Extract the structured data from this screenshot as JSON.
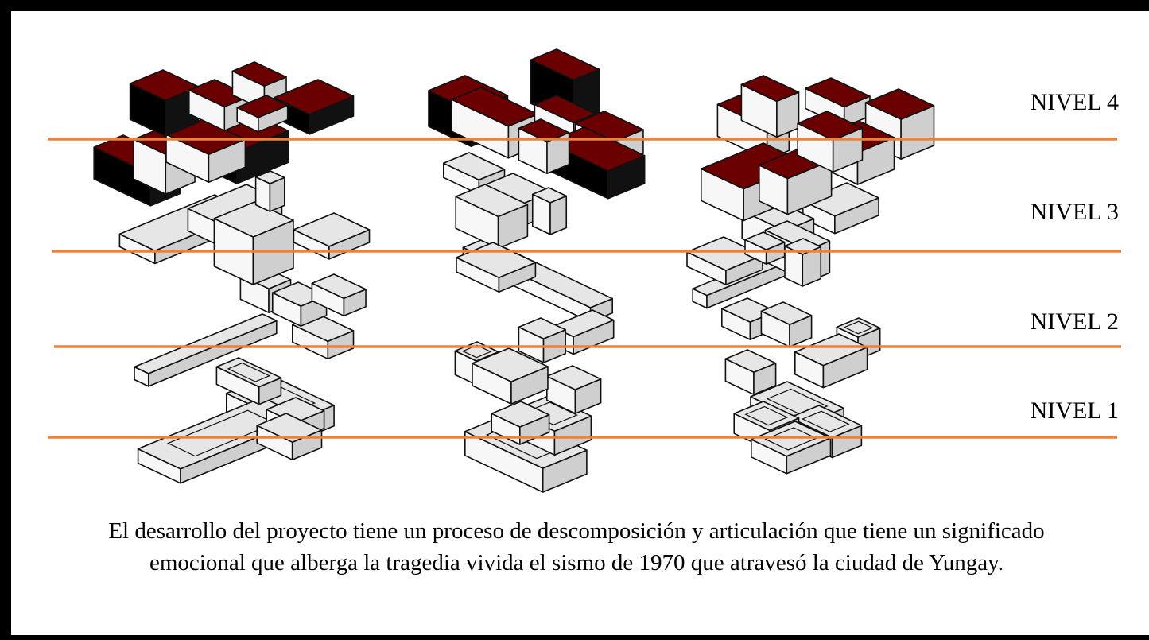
{
  "levels": [
    {
      "label": "NIVEL 4"
    },
    {
      "label": "NIVEL 3"
    },
    {
      "label": "NIVEL 2"
    },
    {
      "label": "NIVEL 1"
    }
  ],
  "caption": "El desarrollo del proyecto tiene un proceso de descomposición y articulación que tiene un significado emocional que alberga la tragedia vivida el sismo de 1970 que atravesó la ciudad de Yungay.",
  "colors": {
    "frame": "#000000",
    "level_line": "#e9823c",
    "roof": "#6b0000",
    "block_top": "#e6e6e6",
    "block_left": "#f7f7f7",
    "block_right": "#cfcfcf",
    "outline": "#111111"
  },
  "models": [
    {
      "name": "model-left"
    },
    {
      "name": "model-center"
    },
    {
      "name": "model-right"
    }
  ]
}
